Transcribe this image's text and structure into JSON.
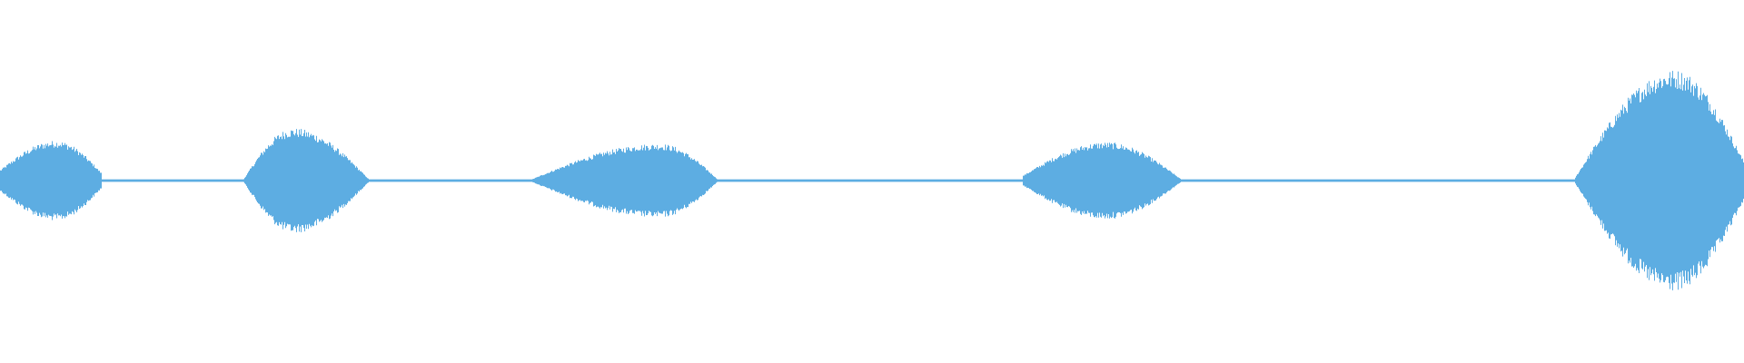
{
  "waveform": {
    "color": "#5dade2",
    "background": "#ffffff",
    "total_duration": 1.0,
    "baseline_amplitude": 0.008,
    "segments": [
      {
        "name": "burst-1",
        "start": 0.0,
        "end": 0.058,
        "peak_at": 0.032,
        "peak_amplitude": 0.26,
        "start_amplitude": 0.07,
        "end_amplitude": 0.05
      },
      {
        "name": "burst-2",
        "start": 0.139,
        "end": 0.212,
        "peak_at": 0.168,
        "peak_amplitude": 0.34,
        "start_amplitude": 0.0,
        "end_amplitude": 0.0
      },
      {
        "name": "burst-3",
        "start": 0.303,
        "end": 0.412,
        "peak_at": 0.378,
        "peak_amplitude": 0.24,
        "start_amplitude": 0.0,
        "end_amplitude": 0.0
      },
      {
        "name": "burst-4",
        "start": 0.586,
        "end": 0.678,
        "peak_at": 0.634,
        "peak_amplitude": 0.25,
        "start_amplitude": 0.03,
        "end_amplitude": 0.0
      },
      {
        "name": "burst-5",
        "start": 0.903,
        "end": 1.0,
        "peak_at": 0.96,
        "peak_amplitude": 0.72,
        "start_amplitude": 0.02,
        "end_amplitude": 0.12
      }
    ]
  }
}
